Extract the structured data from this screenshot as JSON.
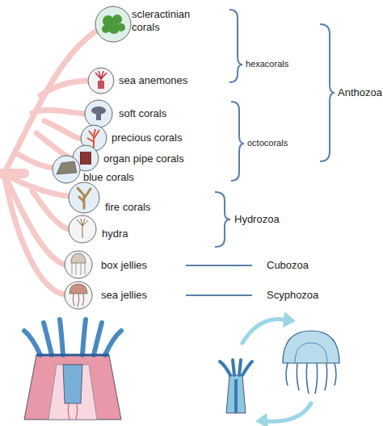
{
  "diagram": {
    "labels": [
      "scleractinian corals",
      "sea anemones",
      "hexacorals",
      "soft corals",
      "precious corals",
      "Anthozoa",
      "octocorals",
      "organ pipe corals",
      "blue corals",
      "fire corals",
      "Hydrozoa",
      "hydra",
      "box jellies",
      "Cubozoa",
      "sea jellies",
      "Scyphozoa"
    ]
  }
}
